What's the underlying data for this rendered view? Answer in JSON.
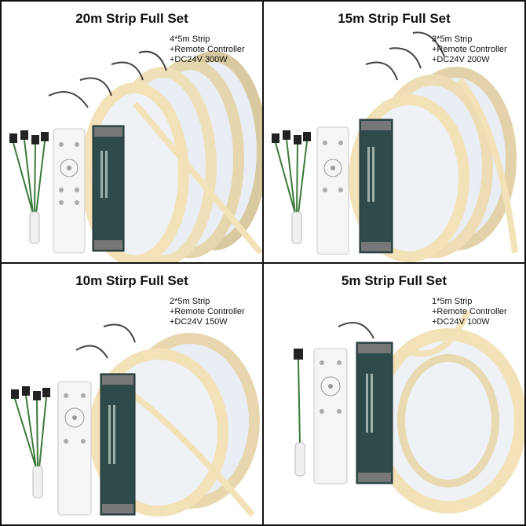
{
  "panels": [
    {
      "title": "20m Strip Full Set",
      "lines": [
        "4*5m Strip",
        "+Remote Controller",
        "+DC24V 300W"
      ],
      "reels": 4
    },
    {
      "title": "15m Strip Full Set",
      "lines": [
        "3*5m Strip",
        "+Remote Controller",
        "+DC24V 200W"
      ],
      "reels": 3
    },
    {
      "title": "10m Stirp Full Set",
      "lines": [
        "2*5m Strip",
        "+Remote Controller",
        "+DC24V 150W"
      ],
      "reels": 2
    },
    {
      "title": "5m Strip Full Set",
      "lines": [
        "1*5m Strip",
        "+Remote Controller",
        "+DC24V 100W"
      ],
      "reels": 1
    }
  ],
  "colors": {
    "border": "#111111",
    "strip": "#f3e2b8",
    "psu": "#2f4a4a",
    "remote": "#f5f5f5"
  }
}
